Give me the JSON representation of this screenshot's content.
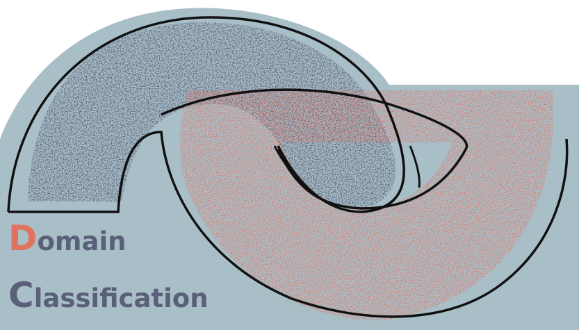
{
  "logo": {
    "line1": {
      "initial": "D",
      "rest": "omain"
    },
    "line2": {
      "initial": "C",
      "rest": "lassification"
    }
  },
  "colors": {
    "background_panel": "#a9bfc8",
    "page_background": "#ffffff",
    "outline": "#111111",
    "domain_a_points": "#545a73",
    "domain_b_points": "#e0725f",
    "title_text": "#5a6079",
    "title_accent": "#e0725f"
  },
  "chart_data": {
    "type": "scatter",
    "series": [
      {
        "color": "#545a73"
      },
      {
        "color": "#e0725f"
      }
    ]
  }
}
